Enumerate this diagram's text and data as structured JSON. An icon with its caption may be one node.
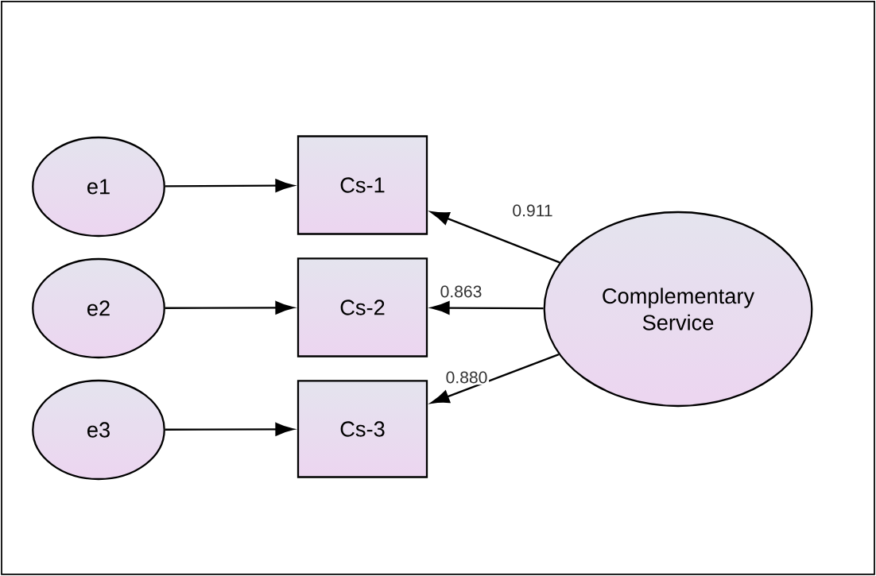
{
  "diagram": {
    "nodes": [
      {
        "text": [
          "e1"
        ]
      },
      {
        "text": [
          "Cs-1"
        ]
      },
      {
        "text": [
          "e2"
        ]
      },
      {
        "text": [
          "Cs-2"
        ]
      },
      {
        "text": [
          "e3"
        ]
      },
      {
        "text": [
          "Cs-3"
        ]
      },
      {
        "text": [
          "Complementary Service"
        ]
      }
    ],
    "edges": [
      {
        "from": 0,
        "to": 1,
        "arrow": "to"
      },
      {
        "from": 2,
        "to": 3,
        "arrow": "to"
      },
      {
        "from": 4,
        "to": 5,
        "arrow": "to"
      },
      {
        "from": 6,
        "to": 1,
        "arrow": "to",
        "label": "0.911"
      },
      {
        "from": 6,
        "to": 3,
        "arrow": "to",
        "label": "0.863"
      },
      {
        "from": 6,
        "to": 5,
        "arrow": "to",
        "label": "0.880"
      }
    ]
  }
}
